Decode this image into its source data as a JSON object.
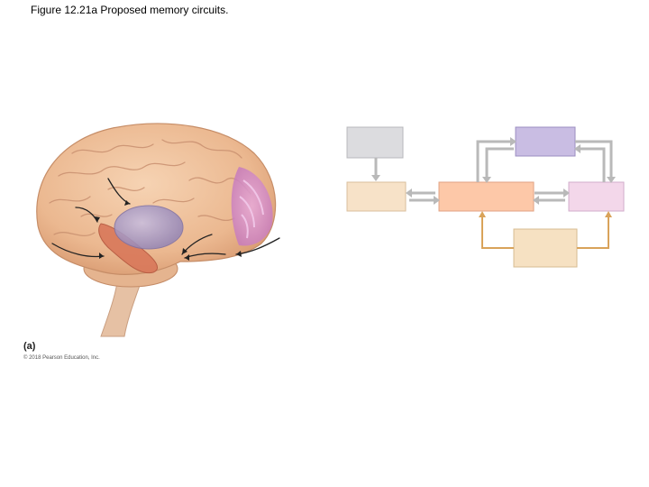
{
  "figure": {
    "title": "Figure 12.21a Proposed memory circuits.",
    "panel_label": "(a)",
    "copyright": "© 2018 Pearson Education, Inc."
  },
  "colors": {
    "box_gray": "#dcdcdf",
    "box_purple": "#c9bde3",
    "box_beige": "#f7e2c8",
    "box_peach": "#fdc8a8",
    "box_pink": "#f3d7ea",
    "box_tan": "#f6e1c2",
    "arrow_gray": "#b9b9b9",
    "arrow_gold": "#d9a35a"
  }
}
